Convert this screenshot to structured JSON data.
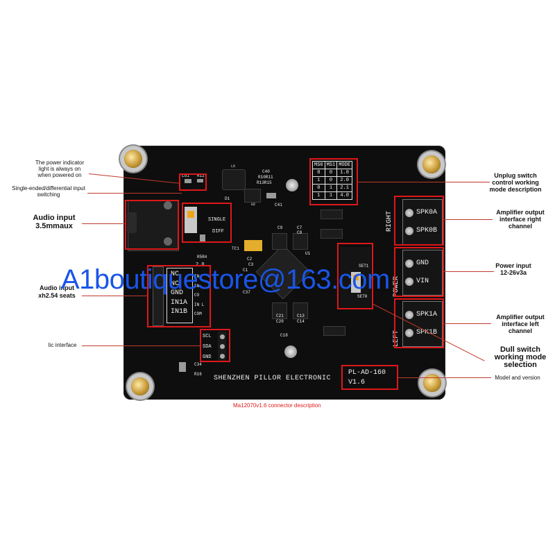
{
  "watermark": "A1boutiquestore@163.com",
  "caption": "Ma12070v1.6 connector description",
  "board": {
    "silk_lo1": "LO1",
    "silk_r12": "R12",
    "silk_c40": "C40",
    "silk_r10r11": "R10R11",
    "silk_r13r15": "R13R15",
    "silk_c41": "C41",
    "silk_l5": "L5",
    "silk_d1": "D1",
    "silk_r5r4": "R5R4",
    "silk_single": "SINGLE",
    "silk_diff": "DIFF",
    "silk_tc1": "TC1",
    "silk_c9": "C9",
    "silk_c7": "C7",
    "silk_c8": "C8",
    "silk_c2": "C2",
    "silk_c3": "C3",
    "silk_c37": "C37",
    "silk_c1": "C1",
    "silk_c21": "C21",
    "silk_c20": "C20",
    "silk_c13": "C13",
    "silk_c14": "C14",
    "silk_c18": "C18",
    "silk_c34": "C34",
    "silk_r16": "R16",
    "silk_u2": "U2",
    "silk_u1": "U1",
    "silk_set1": "SET1",
    "silk_set0": "SET0",
    "silk_ver20": "2.0",
    "brand": "SHENZHEN PILLOR ELECTRONIC",
    "model": "PL-AD-160",
    "version": "V1.6",
    "mode_table": {
      "headers": [
        "MS0",
        "MS1",
        "MODE"
      ],
      "rows": [
        [
          "0",
          "0",
          "1.0"
        ],
        [
          "1",
          "0",
          "2.0"
        ],
        [
          "0",
          "1",
          "2.1"
        ],
        [
          "1",
          "1",
          "4.0"
        ]
      ]
    },
    "audio_input_header": {
      "left": [
        "NC",
        "NC",
        "GND",
        "IN1A",
        "IN1B"
      ],
      "right": [
        "IN",
        "IN",
        "CO",
        "IN L",
        "COM"
      ]
    },
    "i2c_pins": [
      "SCL",
      "SDA",
      "GND"
    ],
    "right_channel": {
      "label": "RIGHT",
      "pins": [
        "SPK0A",
        "SPK0B"
      ]
    },
    "power": {
      "label": "POWER",
      "pins": [
        "GND",
        "VIN"
      ]
    },
    "left_channel": {
      "label": "LEFT",
      "pins": [
        "SPK1A",
        "SPK1B"
      ]
    }
  },
  "annotations": {
    "power_indicator": "The power indicator light is always on when powered on",
    "input_switching": "Single-ended/differential input switching",
    "audio_35": "Audio input 3.5mmaux",
    "audio_xh": "Audio input xh2.54 seats",
    "iic": "Iic interface",
    "unplug_switch": "Unplug switch control working mode description",
    "amp_right": "Amplifier output interface right channel",
    "power_input": "Power input 12-26v3a",
    "amp_left": "Amplifier output interface left channel",
    "dull_switch": "Dull switch working mode selection",
    "model_version": "Model and version"
  },
  "colors": {
    "annotation_red": "#e0171a",
    "watermark_blue": "#1a55e8",
    "pcb": "#0e0e0e"
  }
}
